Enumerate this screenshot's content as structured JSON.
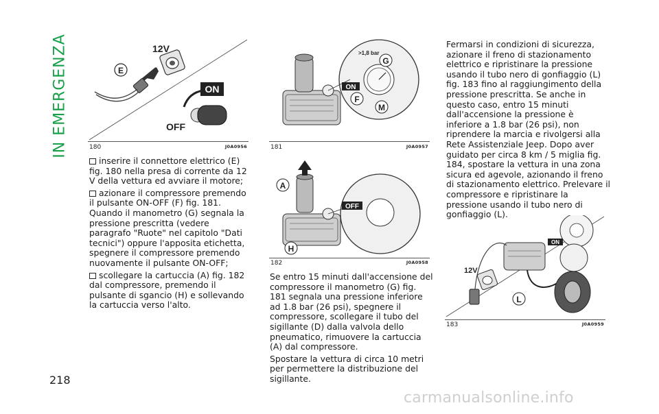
{
  "section_title": "IN EMERGENZA",
  "page_number": "218",
  "figures": [
    {
      "number": "180",
      "code": "J0A0956",
      "labels": {
        "voltage": "12V",
        "connector": "E",
        "on": "ON",
        "off": "OFF"
      }
    },
    {
      "number": "181",
      "code": "J0A0957",
      "labels": {
        "pressure": ">1,8 bar",
        "on": "ON",
        "gauge": "G",
        "switch": "F",
        "manometer": "M"
      }
    },
    {
      "number": "182",
      "code": "J0A0958",
      "labels": {
        "cartridge": "A",
        "release": "H",
        "off": "OFF"
      }
    },
    {
      "number": "183",
      "code": "J0A0959",
      "labels": {
        "voltage": "12V",
        "on": "ON",
        "hose": "L"
      }
    }
  ],
  "column1": {
    "bullets": [
      "inserire il connettore elettrico (E) fig. 180 nella presa di corrente da 12 V della vettura ed avviare il motore;",
      "azionare il compressore premendo il pulsante ON-OFF (F) fig. 181. Quando il manometro (G) segnala la pressione prescritta (vedere paragrafo \"Ruote\" nel capitolo \"Dati tecnici\") oppure l'apposita etichetta, spegnere il compressore premendo nuovamente il pulsante ON-OFF;",
      "scollegare la cartuccia (A) fig. 182 dal compressore, premendo il pulsante di sgancio (H) e sollevando la cartuccia verso l'alto."
    ]
  },
  "column2": {
    "paragraphs": [
      "Se entro 15 minuti dall'accensione del compressore il manometro (G) fig. 181 segnala una pressione inferiore ad 1.8 bar (26 psi), spegnere il compressore, scollegare il tubo del sigillante (D) dalla valvola dello pneumatico, rimuovere la cartuccia (A) dal compressore.",
      "Spostare la vettura di circa 10 metri per permettere la distribuzione del sigillante."
    ]
  },
  "column3": {
    "paragraphs": [
      "Fermarsi in condizioni di sicurezza, azionare il freno di stazionamento elettrico e ripristinare la pressione usando il tubo nero di gonfiaggio (L) fig. 183 fino al raggiungimento della pressione prescritta. Se anche in questo caso, entro 15 minuti dall'accensione la pressione è inferiore a 1.8 bar (26 psi), non riprendere la marcia e rivolgersi alla Rete Assistenziale Jeep. Dopo aver guidato per circa 8 km / 5 miglia fig. 184, spostare la vettura in una zona sicura ed agevole, azionando il freno di stazionamento elettrico. Prelevare il compressore e ripristinare la pressione usando il tubo nero di gonfiaggio (L)."
    ]
  },
  "watermark": "carmanualsonline.info",
  "colors": {
    "accent": "#1aa04a",
    "text": "#1a1a1a",
    "watermark": "#cfcfcf"
  }
}
